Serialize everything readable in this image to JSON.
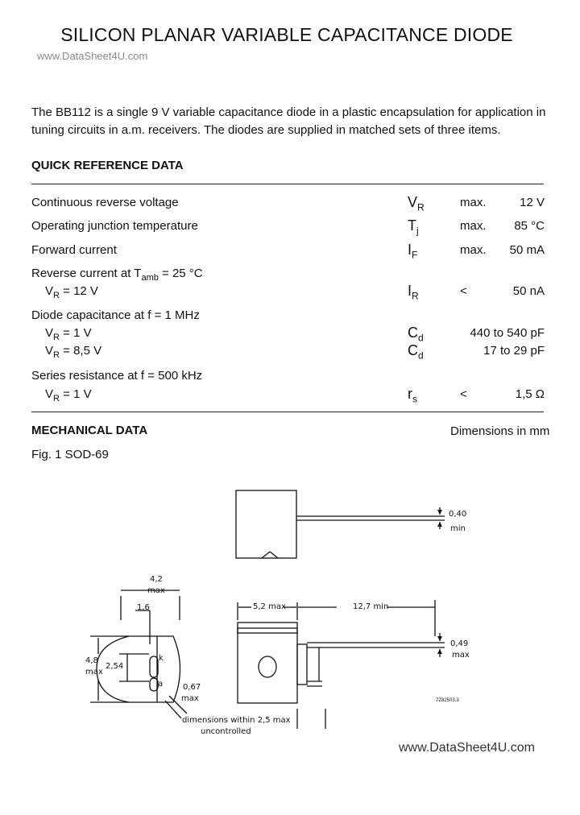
{
  "title": "SILICON PLANAR VARIABLE CAPACITANCE DIODE",
  "watermark_top": "www.DataSheet4U.com",
  "watermark_bottom": "www.DataSheet4U.com",
  "intro": "The BB112 is a single 9 V variable capacitance diode in a plastic encapsulation for application in tuning circuits in a.m. receivers. The diodes are supplied in matched sets of three items.",
  "quick_ref": {
    "heading": "QUICK REFERENCE DATA",
    "rows": [
      {
        "label": "Continuous reverse voltage",
        "sym": "V",
        "sub": "R",
        "qual": "max.",
        "value": "12 V"
      },
      {
        "label": "Operating junction temperature",
        "sym": "T",
        "sub": "j",
        "qual": "max.",
        "value": "85 °C"
      },
      {
        "label": "Forward current",
        "sym": "I",
        "sub": "F",
        "qual": "max.",
        "value": "50 mA"
      },
      {
        "label": "Reverse current at T",
        "label_sub": "amb",
        "label_tail": " = 25 °C"
      },
      {
        "label": "V",
        "label_sub": "R",
        "label_tail": " = 12 V",
        "sym": "I",
        "sub": "R",
        "qual": "<",
        "value": "50 nA"
      },
      {
        "label": "Diode capacitance at f = 1 MHz"
      },
      {
        "label": "V",
        "label_sub": "R",
        "label_tail": " = 1 V",
        "sym": "C",
        "sub": "d",
        "value": "440 to 540 pF"
      },
      {
        "label": "V",
        "label_sub": "R",
        "label_tail": " = 8,5 V",
        "sym": "C",
        "sub": "d",
        "value": "17 to 29 pF"
      },
      {
        "label": "Series resistance at f = 500 kHz"
      },
      {
        "label": "V",
        "label_sub": "R",
        "label_tail": " = 1 V",
        "sym": "r",
        "sub": "s",
        "qual": "<",
        "value": "1,5 Ω"
      }
    ]
  },
  "mechanical": {
    "heading": "MECHANICAL DATA",
    "units_note": "Dimensions in mm",
    "figure_caption": "Fig. 1  SOD-69",
    "dims": {
      "lead_thickness": "0,40",
      "lead_thickness_min": "min",
      "width_42": "4,2",
      "width_42_max": "max",
      "pitch_16": "1,6",
      "body_52": "5,2 max",
      "lead_len": "12,7 min",
      "height_48": "4,8",
      "height_48_max": "max",
      "pitch_254": "2,54",
      "lead_049": "0,49",
      "lead_049_max": "max",
      "lead_067": "0,67",
      "lead_067_max": "max",
      "mark_k": "k",
      "mark_a": "a",
      "note_line1": "dimensions within 2,5 max",
      "note_line2": "uncontrolled",
      "drawing_code": "7Z82503.3"
    }
  }
}
